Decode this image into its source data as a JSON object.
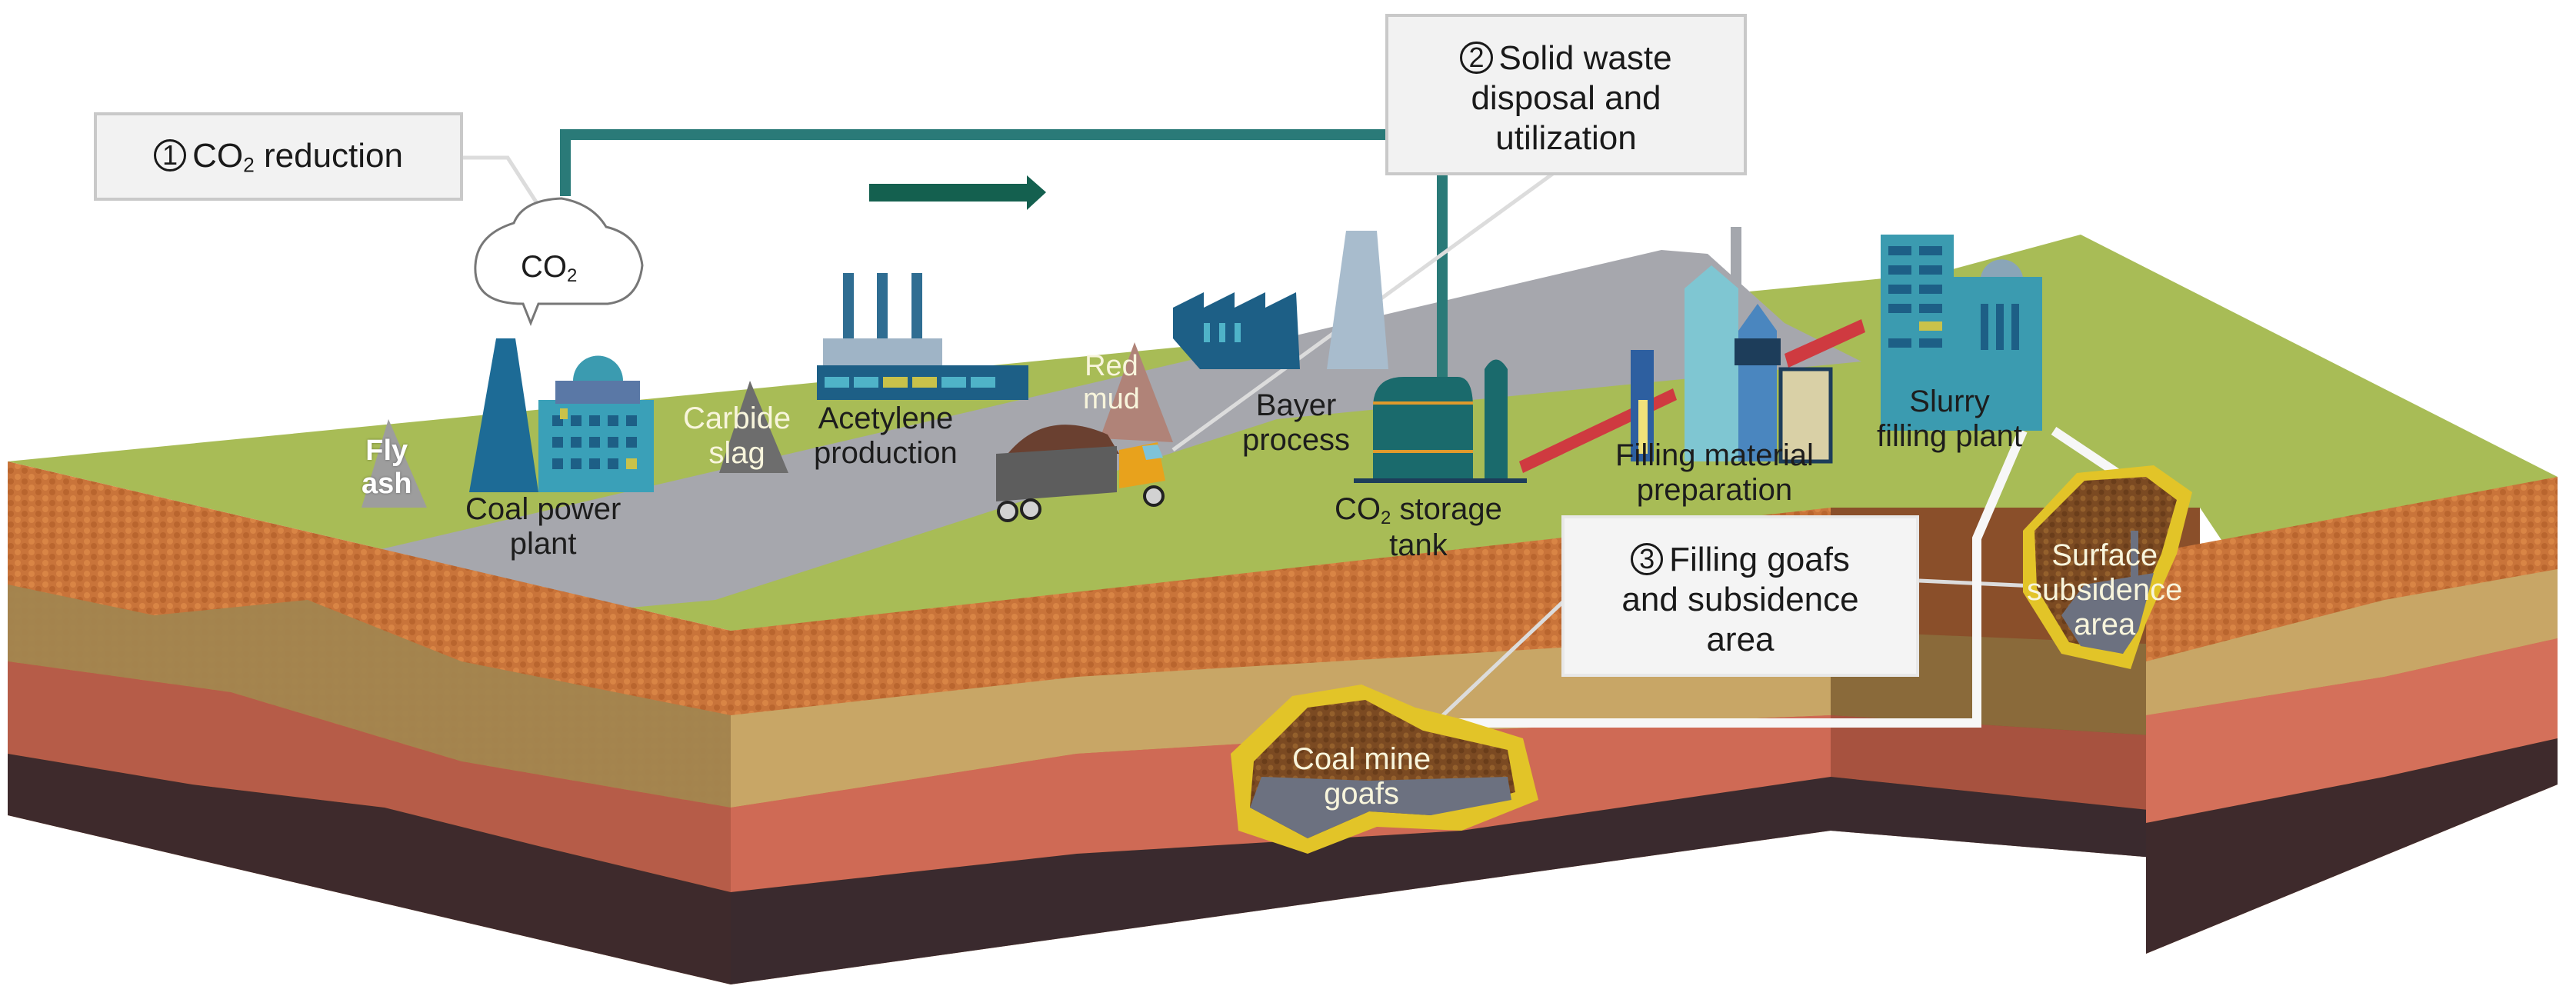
{
  "figure": {
    "title_hidden": "CO2 reduction, solid waste disposal and goaf filling system schematic",
    "colors": {
      "grass": "#a8bc56",
      "road": "#a6a7ad",
      "topsoil": "#c9743a",
      "sand_layer": "#b89860",
      "clay_layer": "#cf6a55",
      "bedrock": "#3e2a2c",
      "pipe_teal": "#2a7a78",
      "arrow": "#14604f",
      "goaf_outline": "#e2c428",
      "goaf_fill": "#7b4a22",
      "slurry_gray": "#6c7180",
      "conveyor_red": "#cf3a40",
      "callout_bg": "#f2f2f2",
      "callout_border": "#c9c9c9"
    }
  },
  "callouts": {
    "co2_reduction": {
      "number": "1",
      "text": "CO",
      "sub": "2",
      "text_after": " reduction"
    },
    "solid_waste": {
      "number": "2",
      "line1": "Solid waste",
      "line2": "disposal and",
      "line3": "utilization"
    },
    "filling_goafs": {
      "number": "3",
      "line1": "Filling goafs",
      "line2": "and subsidence",
      "line3": "area"
    }
  },
  "cloud": {
    "text": "CO",
    "sub": "2"
  },
  "labels": {
    "fly_ash": {
      "line1": "Fly",
      "line2": "ash"
    },
    "coal_power_plant": {
      "line1": "Coal power",
      "line2": "plant"
    },
    "carbide_slag": {
      "line1": "Carbide",
      "line2": "slag"
    },
    "acetylene_production": {
      "line1": "Acetylene",
      "line2": "production"
    },
    "red_mud": {
      "line1": "Red",
      "line2": "mud"
    },
    "bayer_process": {
      "line1": "Bayer",
      "line2": "process"
    },
    "co2_storage_tank": {
      "line1a": "CO",
      "line1sub": "2",
      "line1b": " storage",
      "line2": "tank"
    },
    "filling_material_preparation": {
      "line1": "Filling material",
      "line2": "preparation"
    },
    "slurry_filling_plant": {
      "line1": "Slurry",
      "line2": "filling plant"
    },
    "surface_subsidence_area": {
      "line1": "Surface",
      "line2": "subsidence",
      "line3": "area"
    },
    "coal_mine_goafs": {
      "line1": "Coal mine",
      "line2": "goafs"
    }
  },
  "flow_arrow": {
    "direction": "right"
  }
}
